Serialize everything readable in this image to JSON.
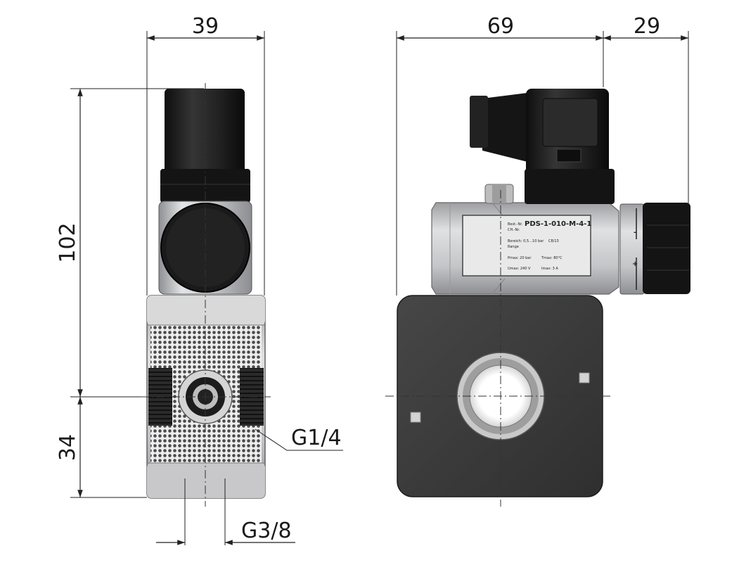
{
  "dimensions": {
    "width_left": "39",
    "width_right_body": "69",
    "width_right_adjuster": "29",
    "height_total": "102",
    "height_lower": "34",
    "thread_side": "G1/4",
    "thread_bottom": "G3/8"
  },
  "nameplate": {
    "field1_label": "Best.-Nr.",
    "model": "PDS-1-010-M-4-1",
    "field2_label": "CH.-Nr.",
    "field3_label": "Bereich: 0,5…10 bar",
    "field3_value": "C8/13",
    "field4_label": "Range",
    "field5_label": "Pmax: 20 bar",
    "field5_value": "Tmax: 80°C",
    "field6_label": "Umax: 240 V",
    "field6_value": "Imax: 3 A"
  },
  "adjuster_marks": {
    "minus": "-",
    "plus": "+"
  },
  "colors": {
    "dark_body": "#3b3b3b",
    "connector": "#1c1c1c",
    "aluminium": "#c9cacc",
    "plate": "#e6e6e6"
  }
}
